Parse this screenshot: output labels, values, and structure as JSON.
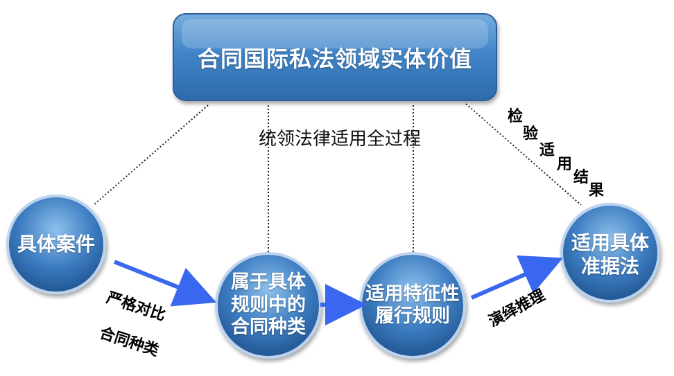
{
  "title": "合同国际私法领域实体价值",
  "subtitle": "统领法律适用全过程",
  "nodes": {
    "case": "具体案件",
    "contract_type": "属于具体\n规则中的\n合同种类",
    "performance_rule": "适用特征性\n履行规则",
    "applicable_law": "适用具体\n准据法"
  },
  "edge_labels": {
    "compare_line1": "严格对比",
    "compare_line2": "合同种类",
    "deduction": "演绎推理",
    "verify": [
      "检",
      "验",
      "适",
      "用",
      "结",
      "果"
    ]
  },
  "colors": {
    "primary": "#3f7fc0",
    "primary_dark": "#1f5a98",
    "arrow": "#3a67f0",
    "dotted": "#222222"
  }
}
